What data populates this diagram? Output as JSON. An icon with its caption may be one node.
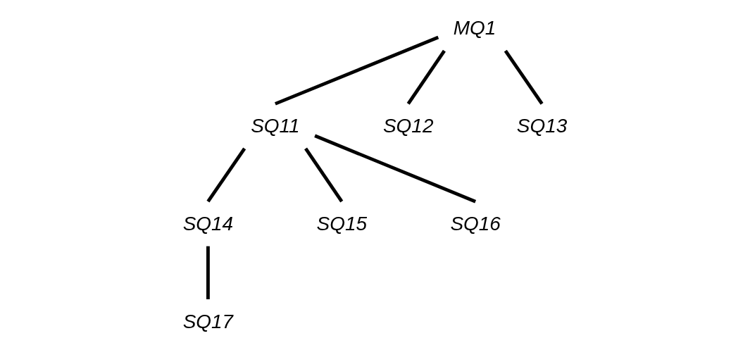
{
  "diagram": {
    "nodes": [
      {
        "text": [
          "MQ1"
        ]
      },
      {
        "text": [
          "SQ11"
        ]
      },
      {
        "text": [
          "SQ12"
        ]
      },
      {
        "text": [
          "SQ13"
        ]
      },
      {
        "text": [
          "SQ14"
        ]
      },
      {
        "text": [
          "SQ15"
        ]
      },
      {
        "text": [
          "SQ16"
        ]
      },
      {
        "text": [
          "SQ17"
        ]
      }
    ],
    "edges": [
      {
        "from": 0,
        "to": 1,
        "arrow": "none"
      },
      {
        "from": 0,
        "to": 2,
        "arrow": "none"
      },
      {
        "from": 0,
        "to": 3,
        "arrow": "none"
      },
      {
        "from": 1,
        "to": 4,
        "arrow": "none"
      },
      {
        "from": 1,
        "to": 5,
        "arrow": "none"
      },
      {
        "from": 1,
        "to": 6,
        "arrow": "none"
      },
      {
        "from": 4,
        "to": 7,
        "arrow": "none"
      }
    ]
  }
}
